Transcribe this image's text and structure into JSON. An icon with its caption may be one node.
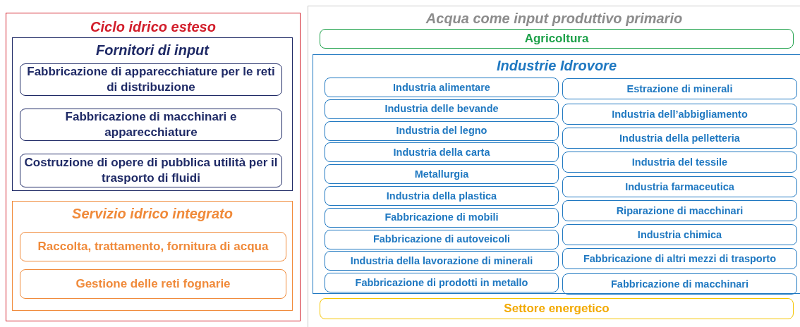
{
  "diagram": {
    "nodes": [
      {
        "text": [
          "Ciclo idrico esteso"
        ]
      },
      {
        "text": [
          "Fornitori di input"
        ],
        "in": 0
      },
      {
        "text": [
          "Fabbricazione di apparecchiature per le reti di distribuzione"
        ],
        "in": 1
      },
      {
        "text": [
          "Fabbricazione di macchinari e apparecchiature"
        ],
        "in": 1
      },
      {
        "text": [
          "Costruzione di opere di pubblica utilità per il trasporto di fluidi"
        ],
        "in": 1
      },
      {
        "text": [
          "Servizio idrico integrato"
        ],
        "in": 0
      },
      {
        "text": [
          "Raccolta, trattamento, fornitura di acqua"
        ],
        "in": 5
      },
      {
        "text": [
          "Gestione delle reti fognarie"
        ],
        "in": 5
      },
      {
        "text": [
          "Acqua come input produttivo primario"
        ]
      },
      {
        "text": [
          "Agricoltura"
        ],
        "in": 8
      },
      {
        "text": [
          "Industrie Idrovore"
        ],
        "in": 8
      },
      {
        "text": [
          "Industria alimentare"
        ],
        "in": 10
      },
      {
        "text": [
          "Industria delle bevande"
        ],
        "in": 10
      },
      {
        "text": [
          "Industria del legno"
        ],
        "in": 10
      },
      {
        "text": [
          "Industria della carta"
        ],
        "in": 10
      },
      {
        "text": [
          "Metallurgia"
        ],
        "in": 10
      },
      {
        "text": [
          "Industria della plastica"
        ],
        "in": 10
      },
      {
        "text": [
          "Fabbricazione di mobili"
        ],
        "in": 10
      },
      {
        "text": [
          "Fabbricazione di autoveicoli"
        ],
        "in": 10
      },
      {
        "text": [
          "Industria della lavorazione di minerali"
        ],
        "in": 10
      },
      {
        "text": [
          "Fabbricazione di prodotti in metallo"
        ],
        "in": 10
      },
      {
        "text": [
          "Estrazione di minerali"
        ],
        "in": 10
      },
      {
        "text": [
          "Industria dell’abbigliamento"
        ],
        "in": 10
      },
      {
        "text": [
          "Industria della pelletteria"
        ],
        "in": 10
      },
      {
        "text": [
          "Industria del tessile"
        ],
        "in": 10
      },
      {
        "text": [
          "Industria farmaceutica"
        ],
        "in": 10
      },
      {
        "text": [
          "Riparazione di macchinari"
        ],
        "in": 10
      },
      {
        "text": [
          "Industria chimica"
        ],
        "in": 10
      },
      {
        "text": [
          "Fabbricazione di altri mezzi di trasporto"
        ],
        "in": 10
      },
      {
        "text": [
          "Fabbricazione di macchinari"
        ],
        "in": 10
      },
      {
        "text": [
          "Settore energetico"
        ],
        "in": 8
      }
    ]
  }
}
